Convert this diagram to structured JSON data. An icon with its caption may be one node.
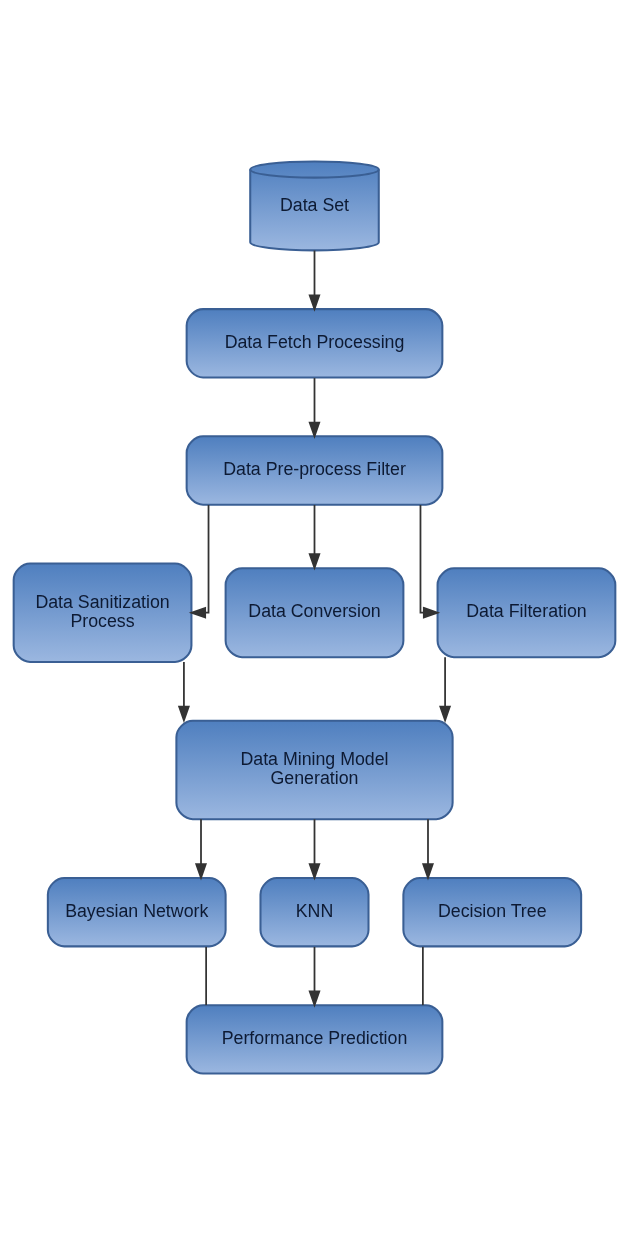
{
  "diagram": {
    "nodes": [
      {
        "text": [
          "Data Set"
        ]
      },
      {
        "text": [
          "Data Fetch Processing"
        ]
      },
      {
        "text": [
          "Data Pre-process Filter"
        ]
      },
      {
        "text": [
          "Data Sanitization Process"
        ]
      },
      {
        "text": [
          "Data Conversion"
        ]
      },
      {
        "text": [
          "Data Filteration"
        ]
      },
      {
        "text": [
          "Data Mining Model Generation"
        ]
      },
      {
        "text": [
          "Bayesian Network"
        ]
      },
      {
        "text": [
          "KNN"
        ]
      },
      {
        "text": [
          "Decision Tree"
        ]
      },
      {
        "text": [
          "Performance Prediction"
        ]
      }
    ],
    "edges": [
      {
        "from": 0,
        "to": 1,
        "arrow": "to"
      },
      {
        "from": 1,
        "to": 2,
        "arrow": "to"
      },
      {
        "from": 2,
        "to": 3,
        "arrow": "to"
      },
      {
        "from": 2,
        "to": 4,
        "arrow": "to"
      },
      {
        "from": 2,
        "to": 5,
        "arrow": "to"
      },
      {
        "from": 3,
        "to": 6,
        "arrow": "to"
      },
      {
        "from": 5,
        "to": 6,
        "arrow": "to"
      },
      {
        "from": 6,
        "to": 7,
        "arrow": "to"
      },
      {
        "from": 6,
        "to": 8,
        "arrow": "to"
      },
      {
        "from": 6,
        "to": 9,
        "arrow": "to"
      },
      {
        "from": 7,
        "to": 10,
        "arrow": "none"
      },
      {
        "from": 8,
        "to": 10,
        "arrow": "to"
      },
      {
        "from": 9,
        "to": 10,
        "arrow": "none"
      }
    ]
  }
}
